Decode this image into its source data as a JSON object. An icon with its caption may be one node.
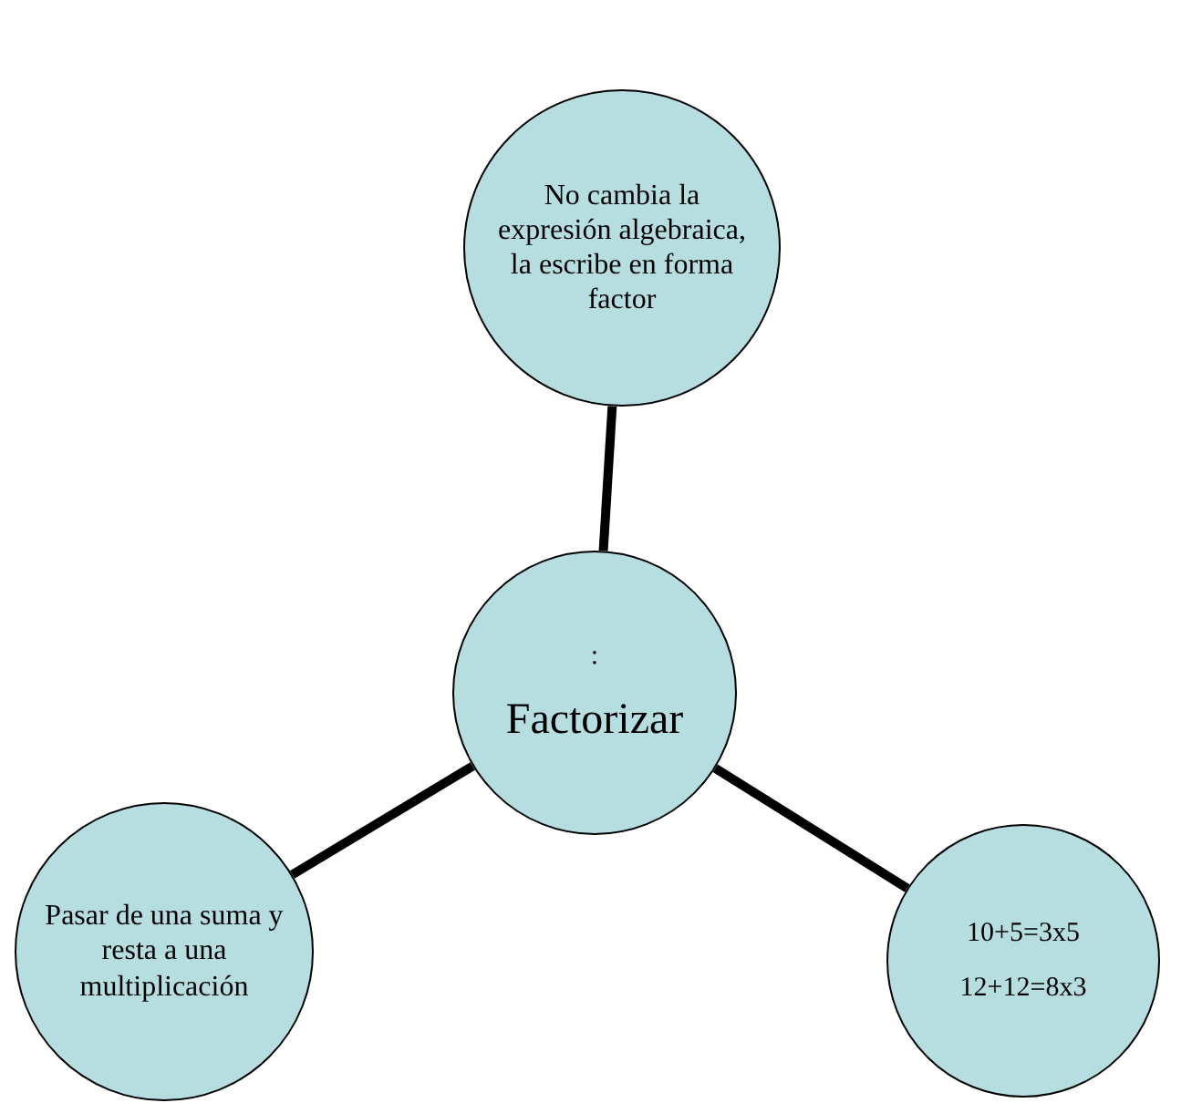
{
  "diagram": {
    "nodes": [
      {
        "text": [
          ":",
          "Factorizar"
        ]
      },
      {
        "text": [
          "No cambia la expresión algebraica, la escribe en forma factor"
        ]
      },
      {
        "text": [
          "Pasar de una suma y resta a una multiplicación"
        ]
      },
      {
        "text": [
          "10+5=3x5",
          "12+12=8x3"
        ]
      }
    ],
    "edges": [
      {
        "from": 0,
        "to": 1,
        "arrow": "none"
      },
      {
        "from": 0,
        "to": 2,
        "arrow": "none"
      },
      {
        "from": 0,
        "to": 3,
        "arrow": "none"
      }
    ]
  }
}
